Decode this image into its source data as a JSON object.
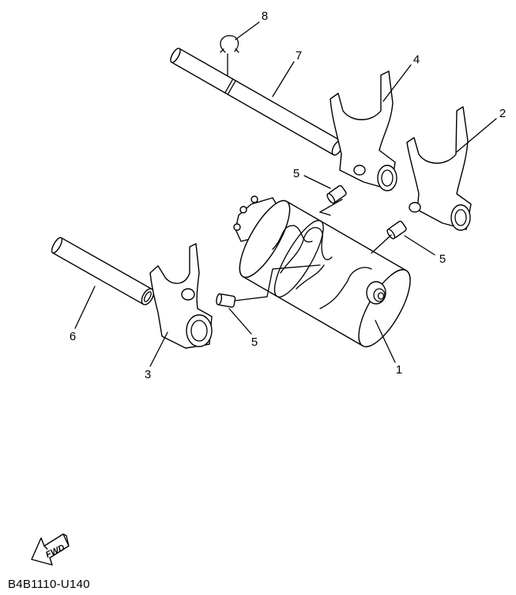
{
  "diagram": {
    "callouts": [
      {
        "id": "1",
        "part": "shift-cam-drum"
      },
      {
        "id": "2",
        "part": "shift-fork"
      },
      {
        "id": "3",
        "part": "shift-fork"
      },
      {
        "id": "4",
        "part": "shift-fork"
      },
      {
        "id": "5",
        "part": "guide-pin"
      },
      {
        "id": "6",
        "part": "fork-shaft"
      },
      {
        "id": "7",
        "part": "fork-shaft"
      },
      {
        "id": "8",
        "part": "circlip"
      }
    ],
    "labels": {
      "l1": "1",
      "l2": "2",
      "l3": "3",
      "l4": "4",
      "l5a": "5",
      "l5b": "5",
      "l5c": "5",
      "l6": "6",
      "l7": "7",
      "l8": "8"
    },
    "fwd_arrow_text": "FWD",
    "drawing_code": "B4B1110-U140"
  }
}
